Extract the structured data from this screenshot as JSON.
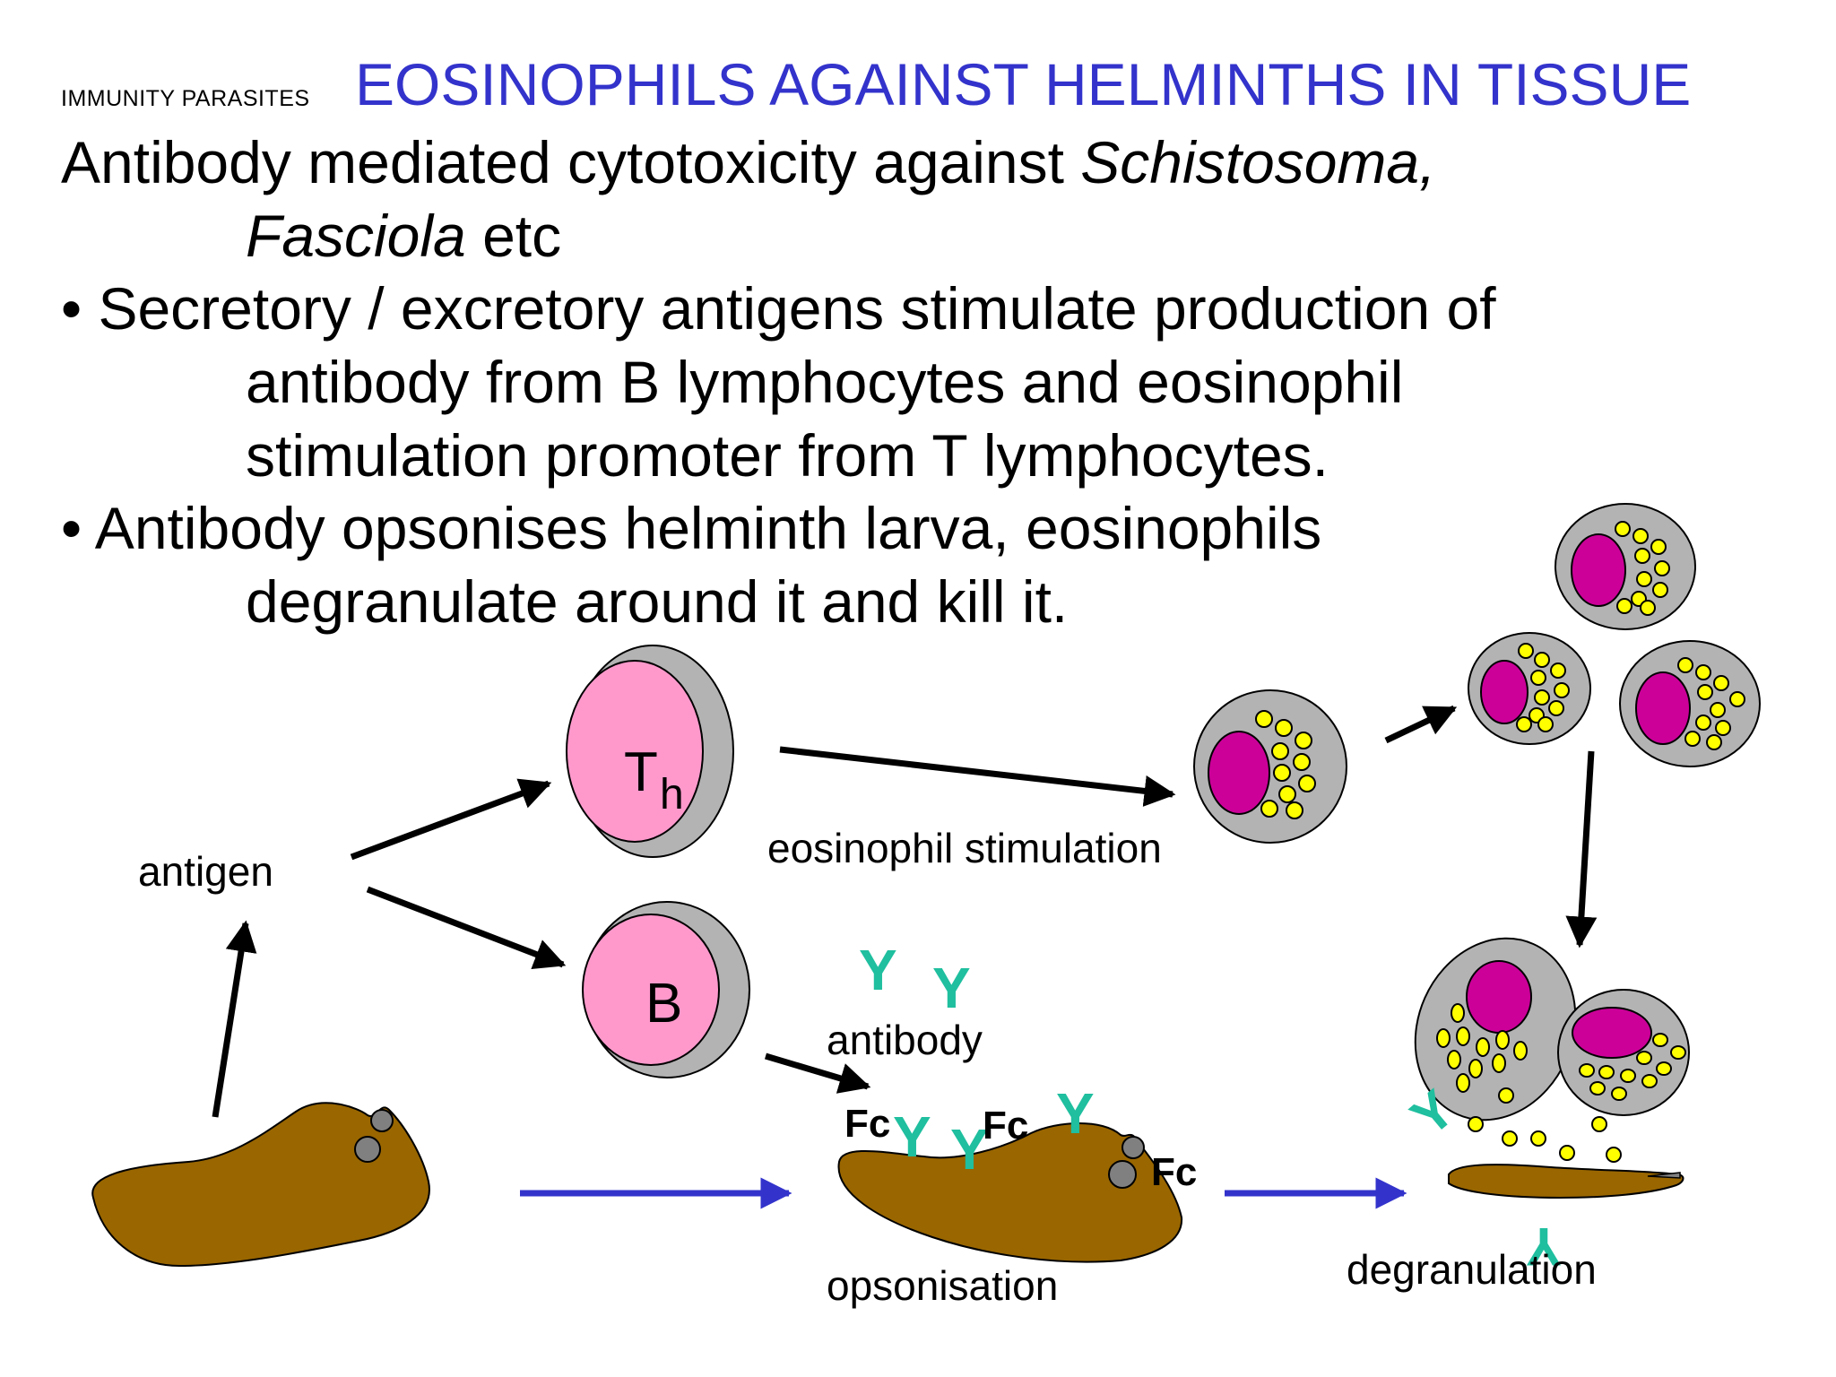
{
  "header": {
    "kicker": "IMMUNITY PARASITES",
    "title": "EOSINOPHILS AGAINST HELMINTHS IN TISSUE"
  },
  "body": {
    "line1_main": "Antibody mediated cytotoxicity against ",
    "line1_italic": "Schistosoma,",
    "line2_italic": "Fasciola",
    "line2_rest": " etc",
    "bullet1_l1": "• Secretory / excretory antigens stimulate production of",
    "bullet1_l2": "antibody from B lymphocytes and eosinophil",
    "bullet1_l3": "stimulation promoter from T lymphocytes.",
    "bullet2_l1": "• Antibody opsonises helminth larva, eosinophils",
    "bullet2_l2": "degranulate around it and kill it."
  },
  "diagram": {
    "antigen_label": "antigen",
    "th_label": "T",
    "th_sub": "h",
    "b_label": "B",
    "eosinophil_stimulation_label": "eosinophil stimulation",
    "antibody_label": "antibody",
    "antibody_symbol": "Y",
    "fc_label": "Fc",
    "opsonisation_label": "opsonisation",
    "degranulation_label": "degranulation",
    "colors": {
      "title": "#3333cc",
      "lymphocyte_fill": "#ff99cc",
      "cell_grey": "#b3b3b3",
      "nucleus": "#cc0099",
      "granule": "#ffff00",
      "worm": "#996600",
      "antibody": "#1fbf9f",
      "flow_arrow": "#3333cc"
    }
  }
}
